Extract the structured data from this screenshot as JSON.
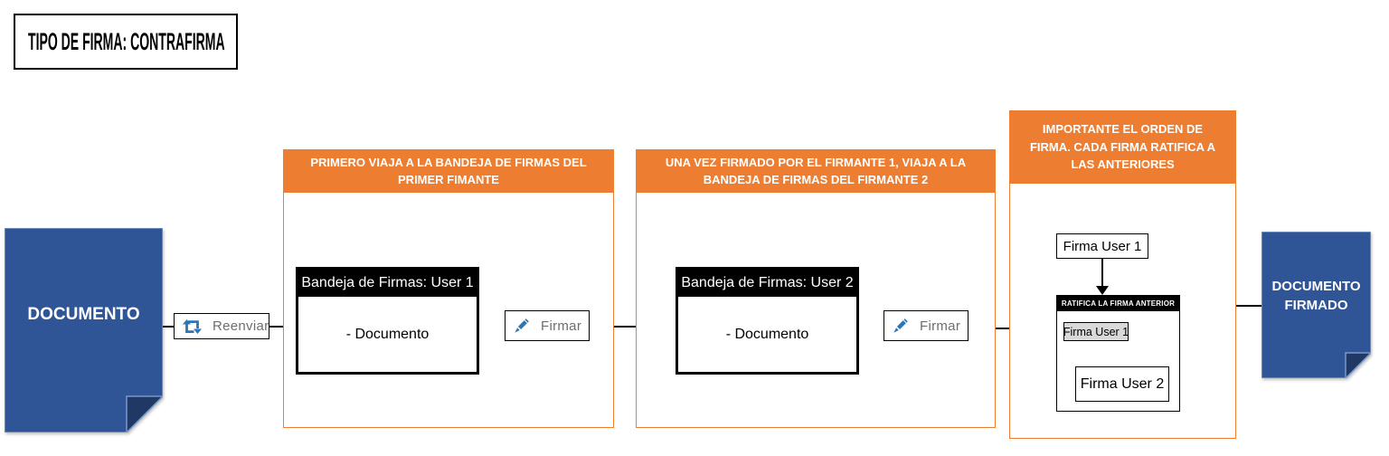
{
  "title": "TIPO DE FIRMA: CONTRAFIRMA",
  "flow": {
    "doc_start": "DOCUMENTO",
    "reenviar_label": "Reenviar",
    "firmar_label": "Firmar",
    "doc_end": "DOCUMENTO FIRMADO"
  },
  "panels": [
    {
      "header": "PRIMERO VIAJA A LA BANDEJA DE FIRMAS DEL PRIMER FIMANTE",
      "tray_title": "Bandeja de Firmas: User 1",
      "tray_item": "- Documento"
    },
    {
      "header": "UNA VEZ FIRMADO POR EL FIRMANTE 1, VIAJA A LA BANDEJA DE FIRMAS DEL FIRMANTE 2",
      "tray_title": "Bandeja de Firmas: User 2",
      "tray_item": "- Documento"
    },
    {
      "header": "IMPORTANTE EL ORDEN DE FIRMA. CADA FIRMA RATIFICA A LAS ANTERIORES",
      "source_box": "Firma User 1",
      "ratifica_title": "RATIFICA LA FIRMA ANTERIOR",
      "firma1": "Firma User 1",
      "firma2": "Firma User 2"
    }
  ],
  "icons": {
    "reenviar": "repost-icon",
    "firmar": "pencil-icon"
  },
  "colors": {
    "orange": "#ED7D31",
    "doc_blue": "#2F5597",
    "doc_fold": "#1F3864",
    "doc_edge": "#7A97C7",
    "icon_blue": "#2E75B6",
    "gray_box": "#D9D9D9",
    "button_text_gray": "#6E6E6E"
  }
}
